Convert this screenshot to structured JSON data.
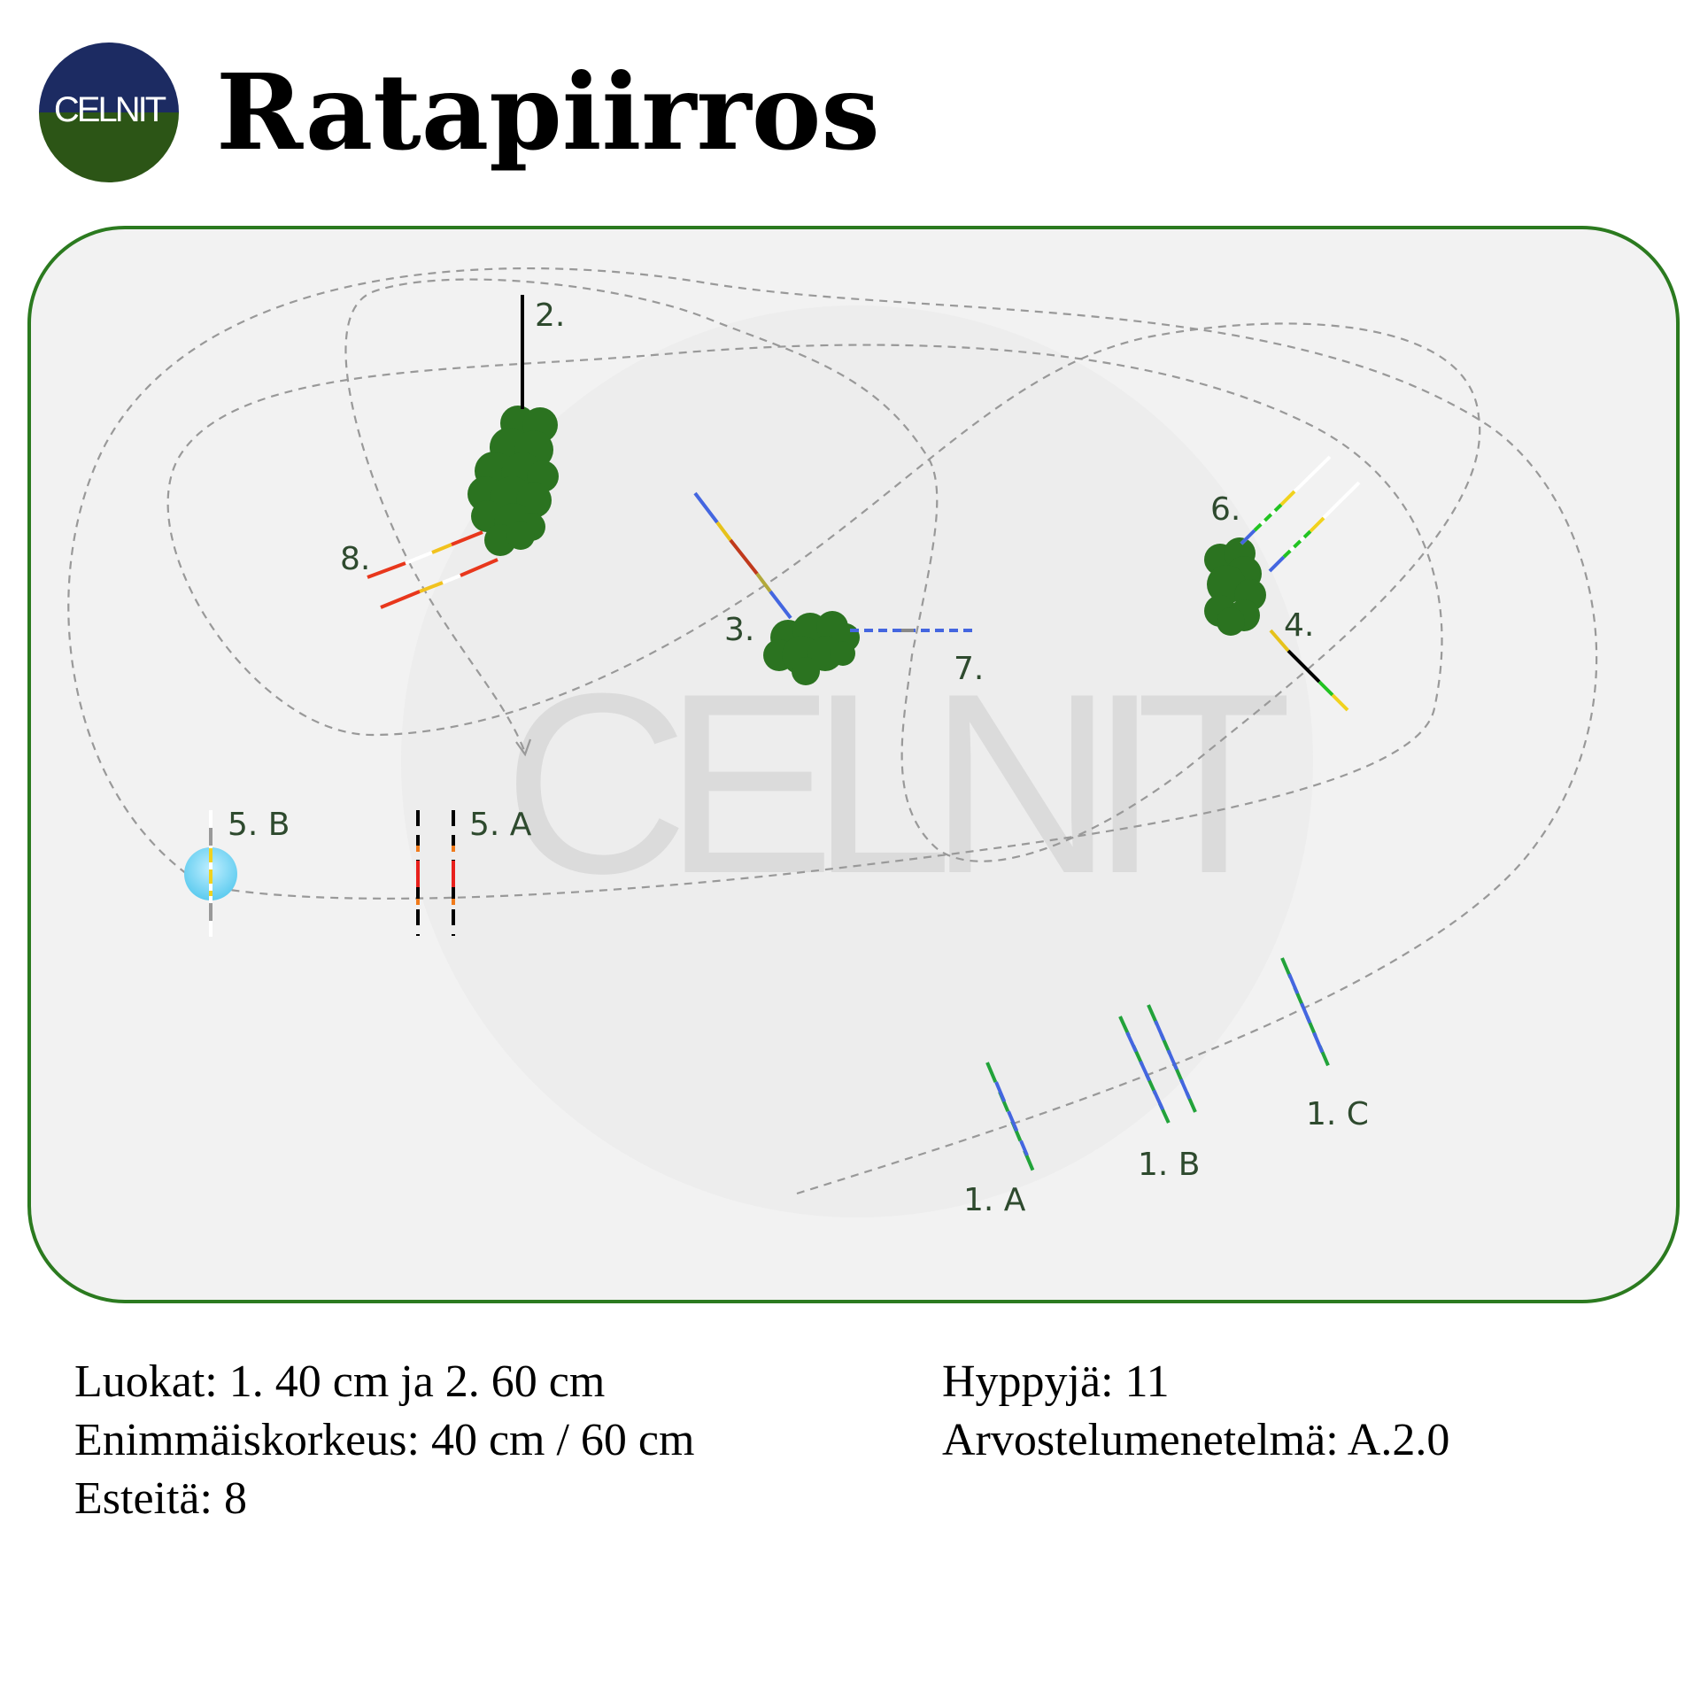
{
  "header": {
    "logo_text": "CELNIT",
    "title": "Ratapiirros"
  },
  "colors": {
    "arena_border": "#2b7a1f",
    "arena_fill": "#f2f2f2",
    "bush": "#2b7320",
    "route": "#999999",
    "label": "#2e4a2e",
    "water": "#7fd6f5"
  },
  "arena": {
    "watermark": "CELNIT",
    "obstacles": [
      {
        "id": "1a",
        "label": "1. A",
        "colors": [
          "green",
          "blue"
        ]
      },
      {
        "id": "1b",
        "label": "1. B",
        "colors": [
          "green",
          "blue"
        ]
      },
      {
        "id": "1c",
        "label": "1. C",
        "colors": [
          "green",
          "blue"
        ]
      },
      {
        "id": "2",
        "label": "2.",
        "colors": [
          "black"
        ]
      },
      {
        "id": "3",
        "label": "3.",
        "colors": [
          "blue",
          "green",
          "yellow",
          "red"
        ]
      },
      {
        "id": "4",
        "label": "4.",
        "colors": [
          "yellow",
          "black",
          "green"
        ]
      },
      {
        "id": "5a",
        "label": "5. A",
        "colors": [
          "black",
          "red",
          "orange"
        ]
      },
      {
        "id": "5b",
        "label": "5. B",
        "colors": [
          "white",
          "yellow",
          "gray"
        ]
      },
      {
        "id": "6",
        "label": "6.",
        "colors": [
          "blue",
          "green",
          "yellow",
          "white"
        ]
      },
      {
        "id": "7",
        "label": "7.",
        "colors": [
          "blue",
          "gray"
        ]
      },
      {
        "id": "8",
        "label": "8.",
        "colors": [
          "red",
          "orange",
          "yellow",
          "white"
        ]
      }
    ]
  },
  "info": {
    "luokat": "Luokat: 1. 40 cm ja 2. 60 cm",
    "enimmaiskorkeus": "Enimmäiskorkeus: 40 cm / 60 cm",
    "esteita": "Esteitä: 8",
    "hyppyja": "Hyppyjä: 11",
    "arvostelumenetelma": "Arvostelumenetelmä: A.2.0"
  }
}
